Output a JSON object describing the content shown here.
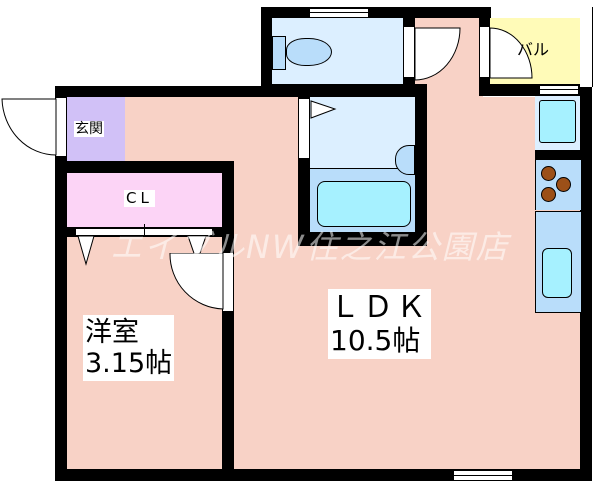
{
  "floor_plan": {
    "rooms": {
      "entrance": {
        "label": "玄関"
      },
      "closet": {
        "label": "CL"
      },
      "western_room": {
        "name": "洋室",
        "size": "3.15帖"
      },
      "ldk": {
        "name": "ＬＤＫ",
        "size": "10.5帖"
      },
      "balcony": {
        "label": "バル"
      },
      "toilet": {
        "label": ""
      },
      "bathroom": {
        "label": ""
      }
    },
    "watermark": "エイブルNW住之江公園店",
    "colors": {
      "wall": "#000000",
      "living_floor": "#f8d2c6",
      "wet_area": "#dcefff",
      "entrance": "#d1c1f7",
      "closet": "#fcd4f6",
      "balcony": "#fffbb8",
      "fixture": "#b9ddfa",
      "stove_burner": "#9c5018"
    }
  }
}
